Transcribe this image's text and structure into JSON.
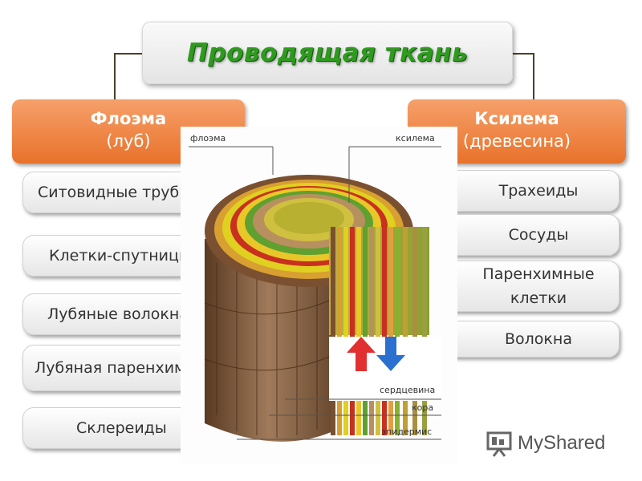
{
  "title": "Проводящая ткань",
  "phloem": {
    "name": "Флоэма",
    "subtitle": "(луб)",
    "items": [
      "Ситовидные трубки",
      "Клетки-спутницы",
      "Лубяные волокна",
      "Лубяная паренхима",
      "Склереиды"
    ]
  },
  "xylem": {
    "name": "Ксилема",
    "subtitle": "(древесина)",
    "items": [
      "Трахеиды",
      "Сосуды",
      "Паренхимные клетки",
      "Волокна"
    ]
  },
  "figure": {
    "labels": {
      "phloem": "флоэма",
      "xylem": "ксилема",
      "pith": "сердцевина",
      "cortex": "кора",
      "epidermis": "эпидермис"
    }
  },
  "watermark": "MyShared",
  "colors": {
    "title_green": "#2e9b1f",
    "category_orange": "#e8722a",
    "arrow_up": "#e03030",
    "arrow_down": "#2a70d0"
  }
}
